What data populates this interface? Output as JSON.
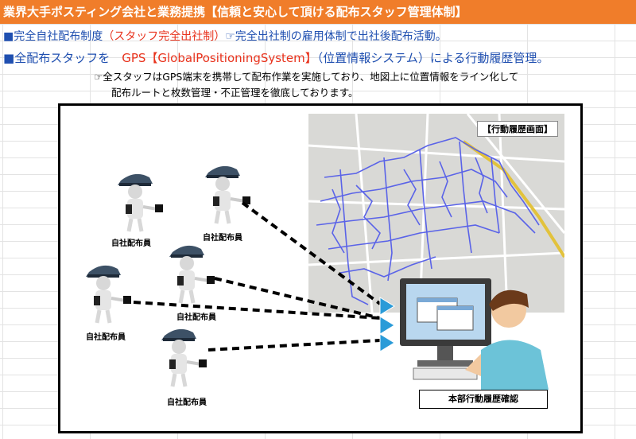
{
  "header": {
    "title": "業界大手ポスティング会社と業務提携【信頼と安心して頂ける配布スタッフ管理体制】"
  },
  "lines": {
    "l1_mark": "■",
    "l1_a": "完全自社配布制度",
    "l1_b": "（スタッフ完全出社制）",
    "l1_c": "☞完全出社制の雇用体制で出社後配布活動。",
    "l2_mark": "■",
    "l2_a": "全配布スタッフを　",
    "l2_b": "GPS【GlobalPositioningSystem】",
    "l2_c": "（位置情報システム）による行動履歴管理。"
  },
  "notes": {
    "n1": "☞全スタッフはGPS端末を携帯して配布作業を実施しており、地図上に位置情報をライン化して",
    "n2": "配布ルートと枚数管理・不正管理を徹底しております。"
  },
  "figure": {
    "staff_label": "自社配布員",
    "map_title": "【行動履歴画面】",
    "hq_label": "本部行動履歴確認"
  },
  "colors": {
    "header_bg": "#f07d2a",
    "blue_text": "#1f4fb0",
    "red_text": "#e8321c",
    "route_line": "#5a63e8"
  }
}
